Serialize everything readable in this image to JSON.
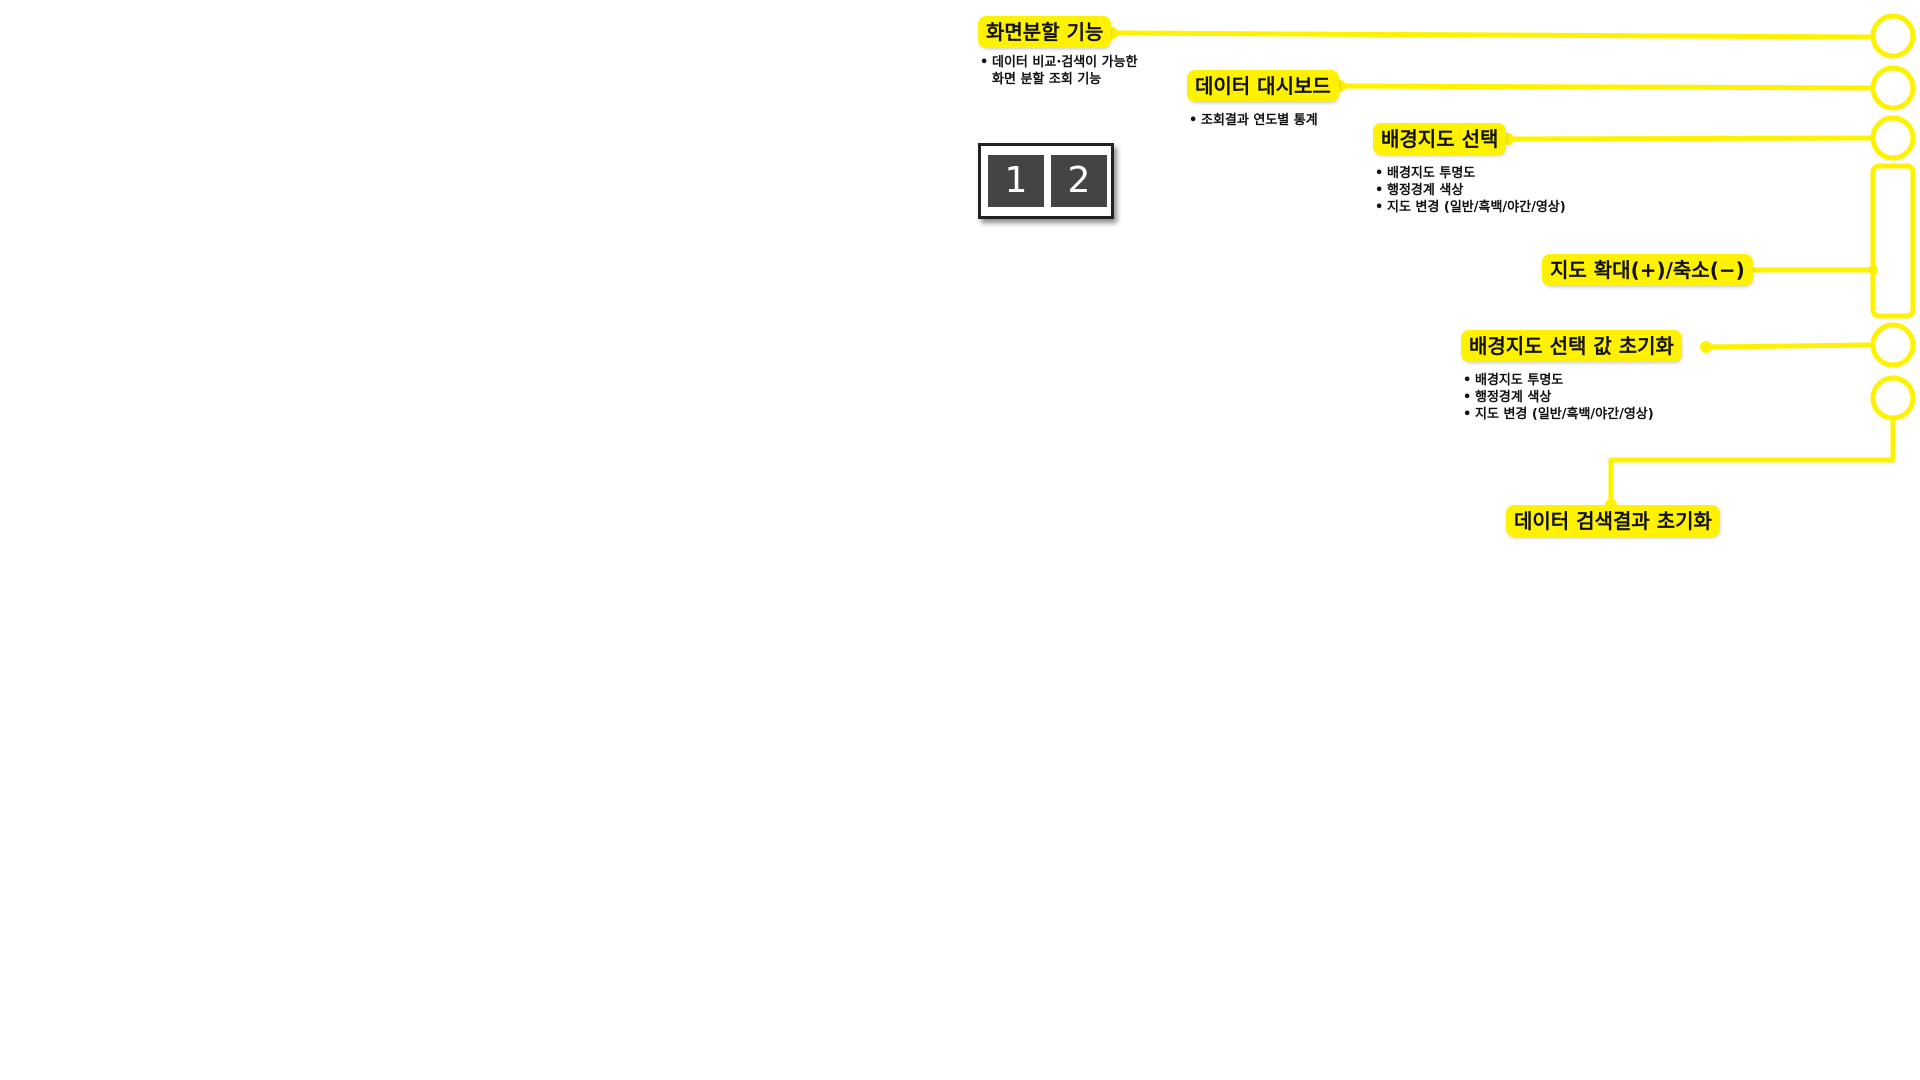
{
  "callouts": {
    "split_screen": {
      "title": "화면분할 기능",
      "bullets": [
        "데이터 비교·검색이 가능한",
        "화면 분할 조회 기능"
      ]
    },
    "dashboard": {
      "title": "데이터 대시보드",
      "bullets": [
        "조회결과 연도별 통계"
      ]
    },
    "basemap": {
      "title": "배경지도 선택",
      "bullets": [
        "배경지도 투명도",
        "행정경계 색상",
        "지도 변경 (일반/흑백/야간/영상)"
      ]
    },
    "zoom": {
      "title": "지도 확대(+)/축소(−)"
    },
    "basemap_reset": {
      "title": "배경지도 선택 값 초기화",
      "bullets": [
        "배경지도 투명도",
        "행정경계 색상",
        "지도 변경 (일반/흑백/야간/영상)"
      ]
    },
    "search_reset": {
      "title": "데이터 검색결과 초기화"
    }
  },
  "split_icon": {
    "pane1": "1",
    "pane2": "2"
  },
  "colors": {
    "highlight": "#fff200",
    "pane": "#444444"
  }
}
